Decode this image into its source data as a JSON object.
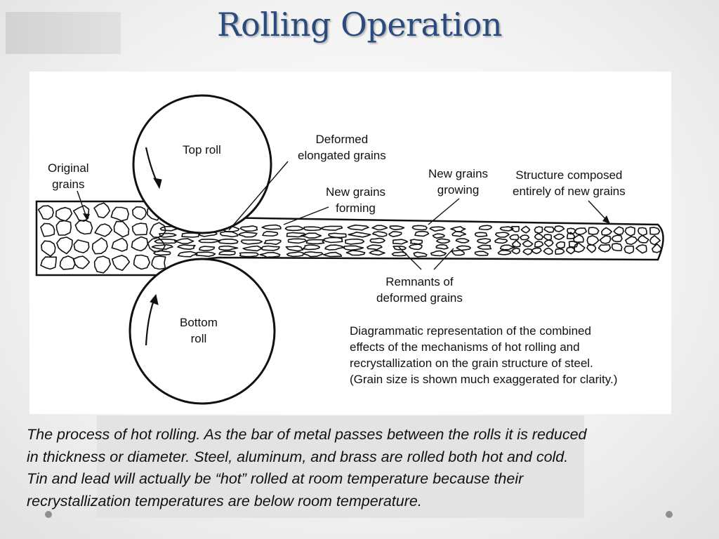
{
  "slide": {
    "title": "Rolling Operation"
  },
  "diagram": {
    "labels": {
      "top_roll": [
        "Top roll"
      ],
      "bottom_roll": [
        "Bottom",
        "roll"
      ],
      "original_grains": [
        "Original",
        "grains"
      ],
      "deformed_elongated": [
        "Deformed",
        "elongated grains"
      ],
      "new_grains_forming": [
        "New grains",
        "forming"
      ],
      "new_grains_growing": [
        "New grains",
        "growing"
      ],
      "structure_new": [
        "Structure composed",
        "entirely of new grains"
      ],
      "remnants": [
        "Remnants of",
        "deformed grains"
      ]
    },
    "caption": [
      "Diagrammatic representation of the combined",
      "effects of the mechanisms  of hot rolling and",
      "recrystallization on the grain structure of steel.",
      "(Grain size is shown much exaggerated for clarity.)"
    ]
  },
  "body_text": [
    "The process of hot rolling. As the bar of metal passes between the rolls it is reduced",
    "in thickness or diameter. Steel, aluminum, and brass are rolled both hot and cold.",
    "Tin and lead will actually be “hot” rolled at room temperature because their",
    "recrystallization temperatures are below room temperature."
  ]
}
